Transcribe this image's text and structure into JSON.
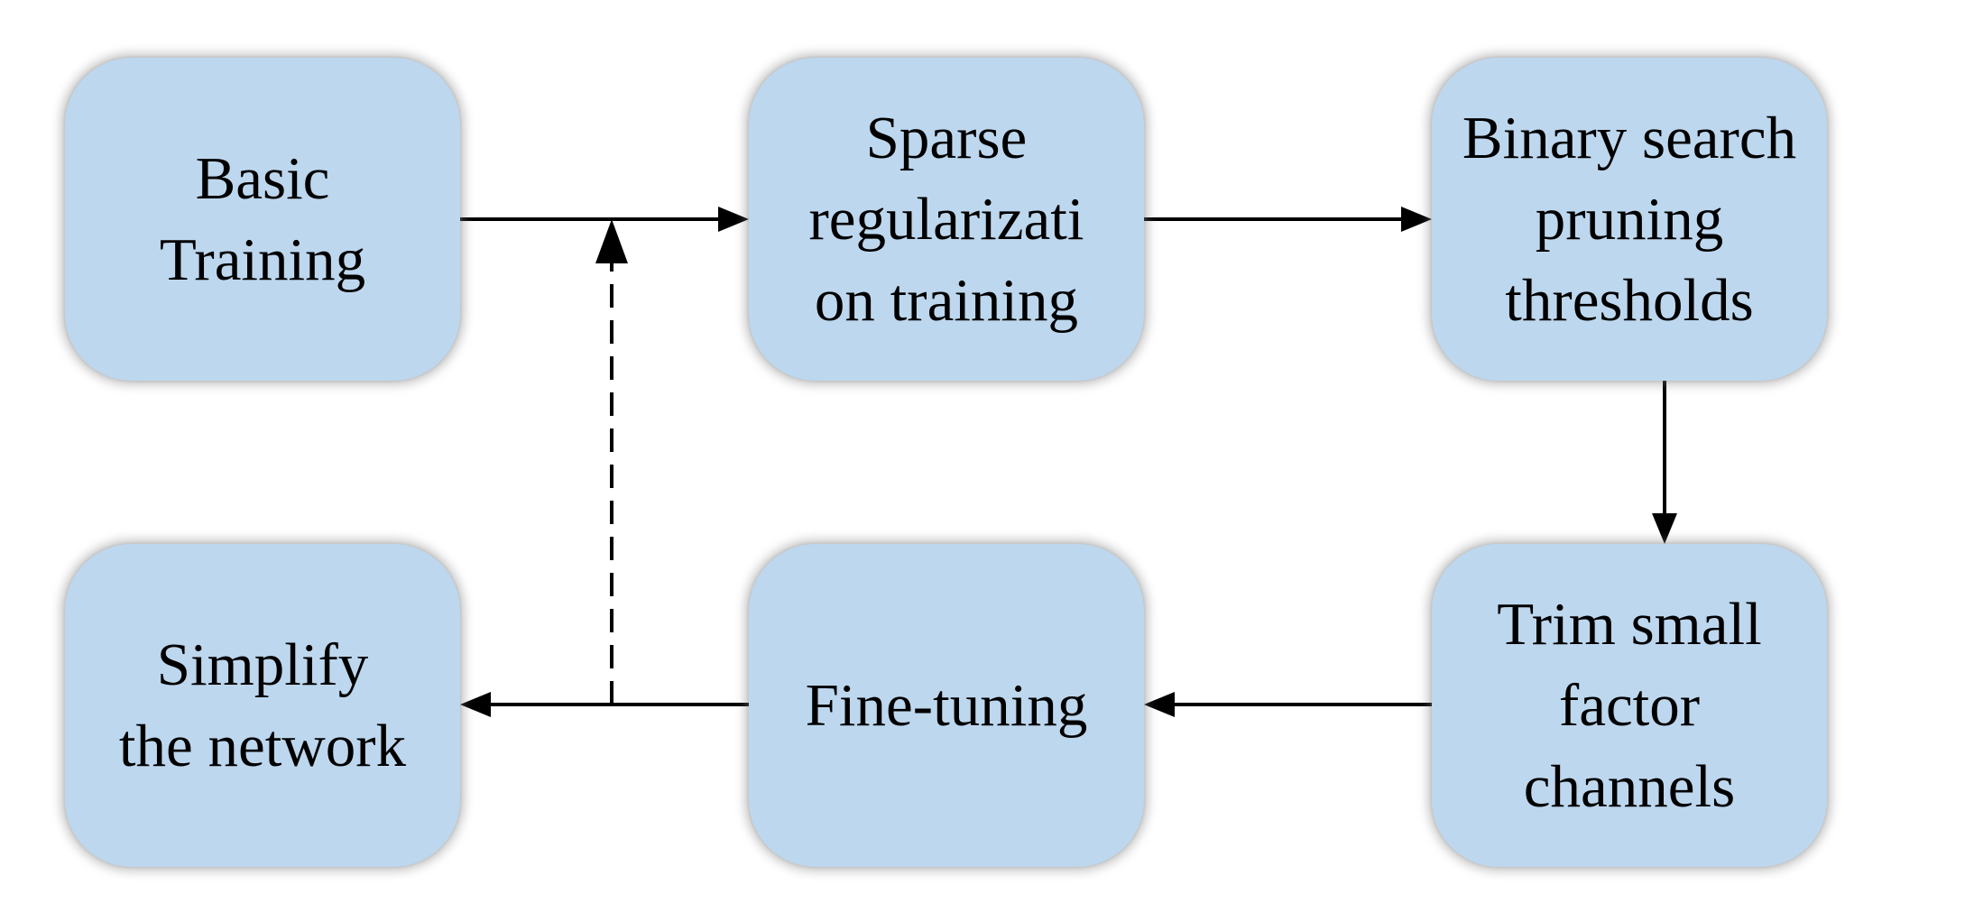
{
  "diagram": {
    "nodes": [
      {
        "id": "basic-training",
        "label": "Basic\nTraining"
      },
      {
        "id": "sparse-regularization",
        "label": "Sparse\nregularizati\non training"
      },
      {
        "id": "binary-search",
        "label": "Binary search\npruning\nthresholds"
      },
      {
        "id": "trim-channels",
        "label": "Trim small\nfactor\nchannels"
      },
      {
        "id": "fine-tuning",
        "label": "Fine-tuning"
      },
      {
        "id": "simplify-network",
        "label": "Simplify\nthe network"
      }
    ],
    "edges": [
      {
        "from": "basic-training",
        "to": "sparse-regularization",
        "style": "solid"
      },
      {
        "from": "sparse-regularization",
        "to": "binary-search",
        "style": "solid"
      },
      {
        "from": "binary-search",
        "to": "trim-channels",
        "style": "solid"
      },
      {
        "from": "trim-channels",
        "to": "fine-tuning",
        "style": "solid"
      },
      {
        "from": "fine-tuning",
        "to": "simplify-network",
        "style": "solid"
      },
      {
        "from": "fine-tuning",
        "to": "sparse-regularization",
        "style": "dashed"
      }
    ],
    "colors": {
      "node_fill": "#bdd7ee",
      "line": "#000000"
    }
  }
}
